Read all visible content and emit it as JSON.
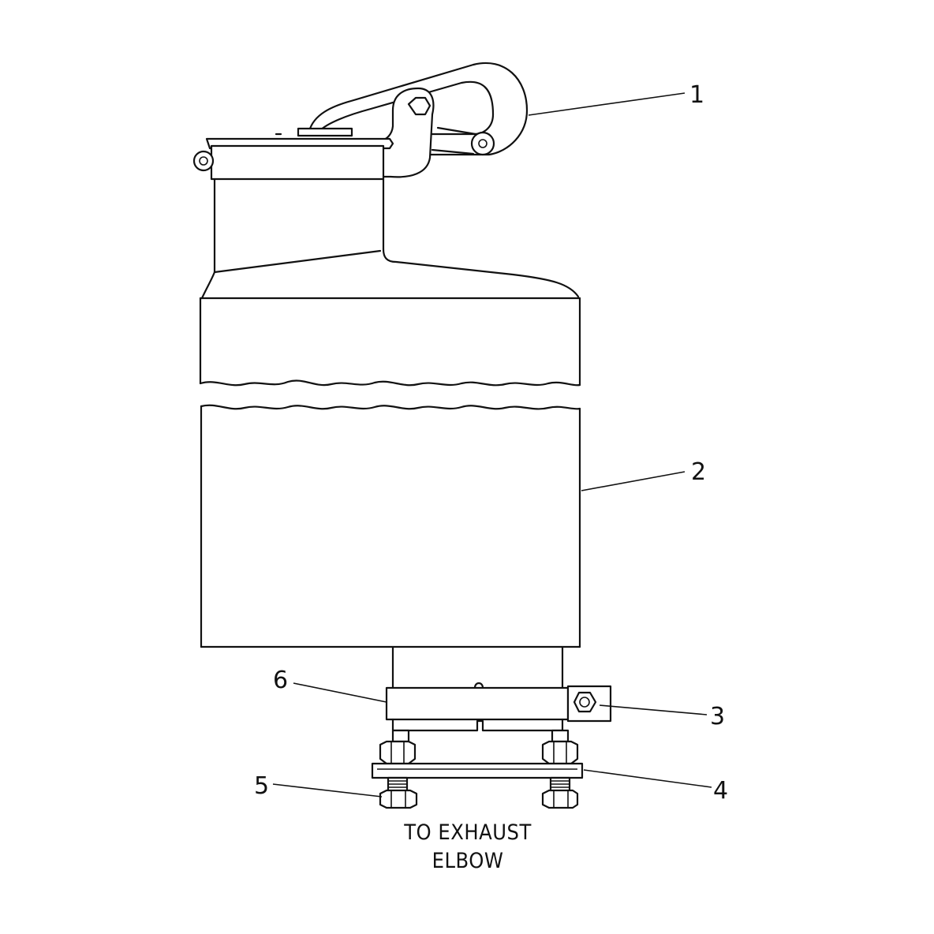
{
  "callouts": {
    "c1": "1",
    "c2": "2",
    "c3": "3",
    "c4": "4",
    "c5": "5",
    "c6": "6"
  },
  "caption": {
    "line1": "TO EXHAUST",
    "line2": "ELBOW"
  },
  "colors": {
    "ink": "#111111",
    "paper": "#ffffff"
  }
}
